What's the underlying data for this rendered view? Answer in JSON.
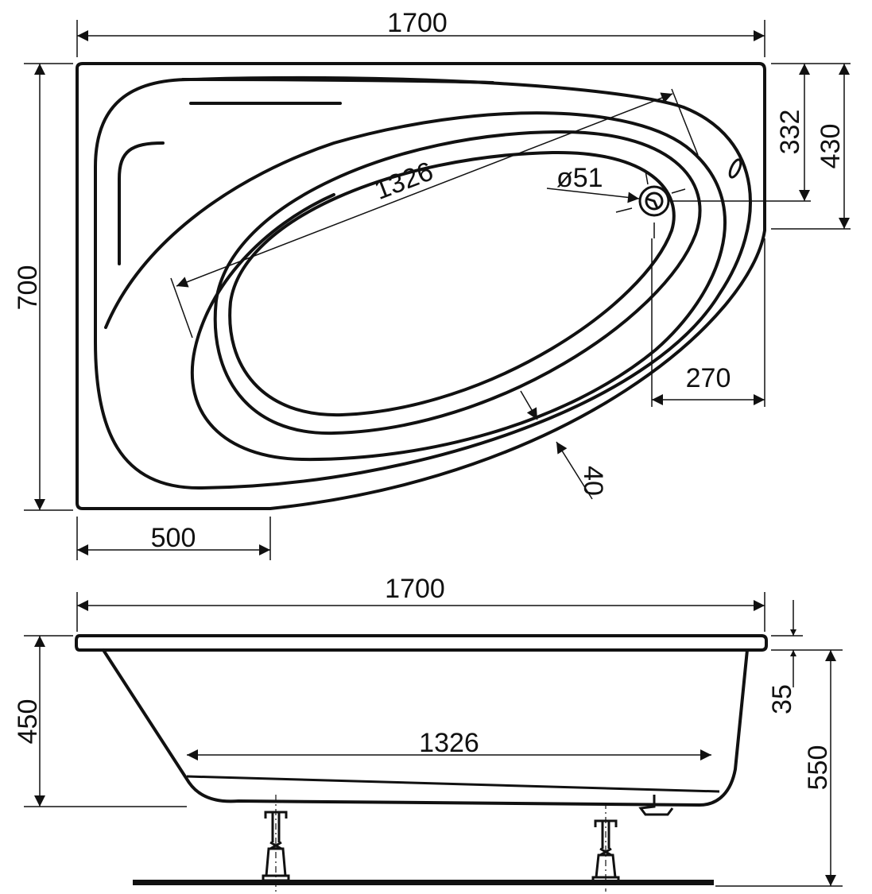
{
  "top_view": {
    "width_label": "1700",
    "depth_label": "700",
    "drain_offset_label": "332",
    "rim_depth_label": "430",
    "basin_length_label": "1326",
    "drain_diameter_label": "ø51",
    "drain_side_label": "270",
    "rim_width_label": "40",
    "straight_edge_label": "500"
  },
  "side_view": {
    "width_label": "1700",
    "depth_label": "450",
    "rim_label": "35",
    "height_label": "550",
    "floor_length_label": "1326"
  },
  "colors": {
    "line": "#111111",
    "background": "#ffffff"
  }
}
